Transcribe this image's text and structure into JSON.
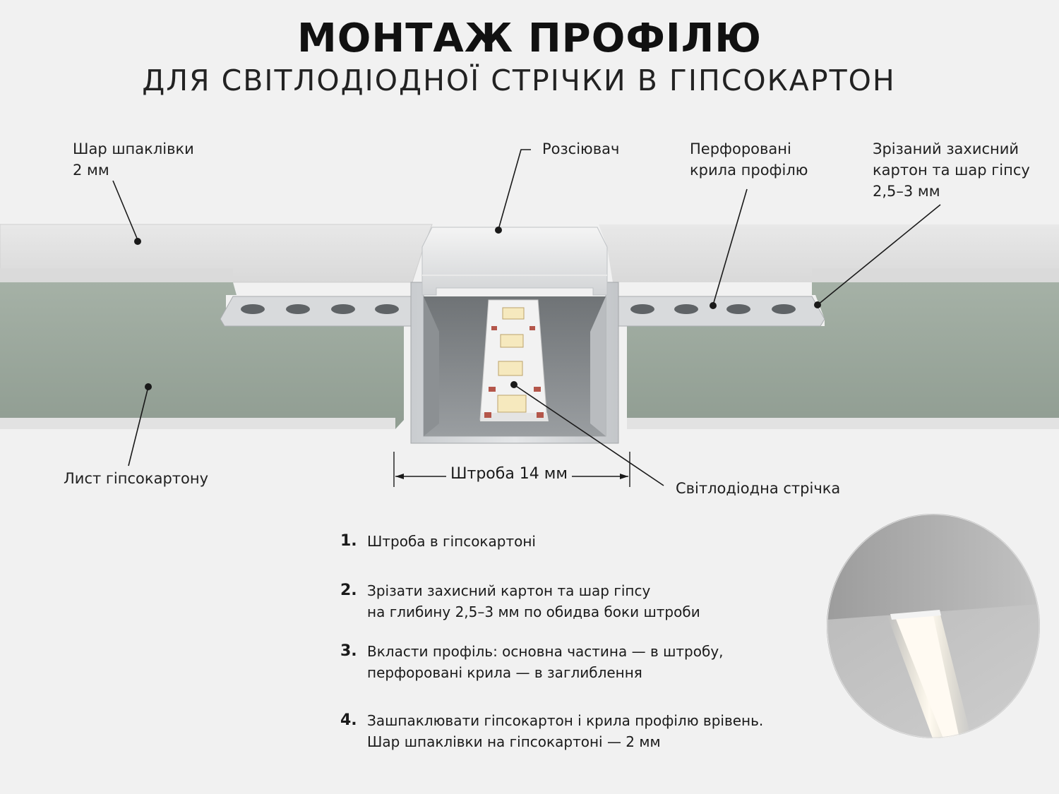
{
  "header": {
    "title": "МОНТАЖ ПРОФІЛЮ",
    "subtitle": "ДЛЯ СВІТЛОДІОДНОЇ СТРІЧКИ В ГІПСОКАРТОН"
  },
  "callouts": {
    "putty_layer": [
      "Шар шпаклівки",
      "2 мм"
    ],
    "diffuser": [
      "Розсіювач"
    ],
    "perforated_wings": [
      "Перфоровані",
      "крила профілю"
    ],
    "cut_cardboard": [
      "Зрізаний захисний",
      "картон та шар гіпсу",
      "2,5–3 мм"
    ],
    "drywall_sheet": [
      "Лист гіпсокартону"
    ],
    "led_strip": [
      "Світлодіодна стрічка"
    ],
    "groove": "Штроба 14 мм"
  },
  "steps": [
    {
      "num": "1.",
      "lines": [
        "Штроба в гіпсокартоні"
      ]
    },
    {
      "num": "2.",
      "lines": [
        "Зрізати захисний картон та шар гіпсу",
        "на глибину 2,5–3 мм по обидва боки штроби"
      ]
    },
    {
      "num": "3.",
      "lines": [
        "Вкласти профіль: основна частина — в штробу,",
        "перфоровані крила — в заглиблення"
      ]
    },
    {
      "num": "4.",
      "lines": [
        "Зашпаклювати гіпсокартон і крила профілю врівень.",
        "Шар шпаклівки на гіпсокартоні — 2 мм"
      ]
    }
  ],
  "colors": {
    "background": "#f1f1f1",
    "putty": "#e4e4e4",
    "gypsum": "#9aa79c",
    "profile": "#cfd2d4",
    "led": "#f3e7c0"
  }
}
